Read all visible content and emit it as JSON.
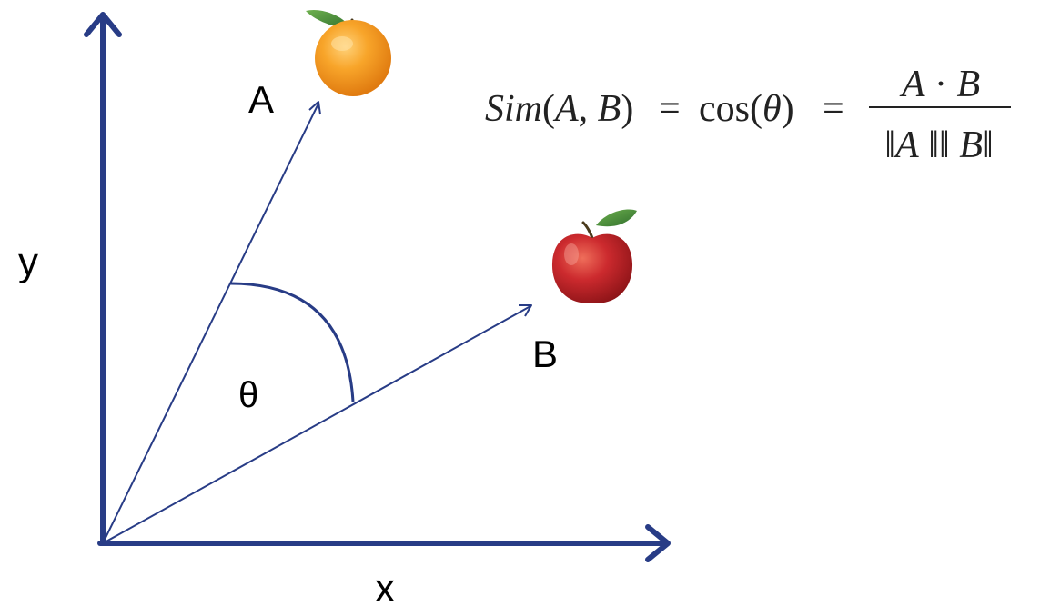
{
  "diagram": {
    "labels": {
      "y_axis": "y",
      "x_axis": "x",
      "vector_a": "A",
      "vector_b": "B",
      "angle": "θ"
    },
    "formula": {
      "lhs_func": "Sim",
      "lhs_args_open": "(",
      "lhs_arg_a": "A",
      "lhs_comma": ", ",
      "lhs_arg_b": "B",
      "lhs_args_close": ")",
      "eq1": "=",
      "cos_text": "cos(",
      "theta": "θ",
      "cos_close": ")",
      "eq2": "=",
      "numerator_a": "A",
      "numerator_dot": " · ",
      "numerator_b": "B",
      "denominator_open": "‖",
      "denominator_a": "A",
      "denominator_mid": " ‖‖ ",
      "denominator_b": "B",
      "denominator_close": "‖"
    },
    "icons": {
      "vector_a_image": "orange-icon",
      "vector_b_image": "apple-icon"
    },
    "colors": {
      "axis": "#283c86",
      "vector": "#283c86",
      "arc": "#283c86",
      "orange": "#f39a1e",
      "apple": "#c8232c",
      "leaf": "#3e8a3a"
    }
  }
}
